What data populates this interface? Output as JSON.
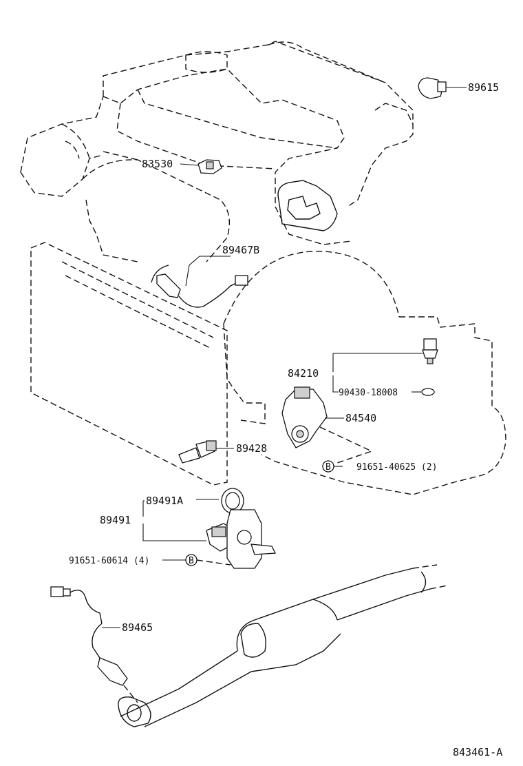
{
  "diagram": {
    "code": "843461-A",
    "callouts": {
      "p89615": "89615",
      "p83530": "83530",
      "p89467b": "89467B",
      "p84210": "84210",
      "p90430": "90430-18008",
      "p84540": "84540",
      "p89428": "89428",
      "p91651a": "91651-40625 (2)",
      "p89491a": "89491A",
      "p89491": "89491",
      "p91651b": "91651-60614 (4)",
      "p89465": "89465"
    },
    "markers": {
      "b1": "B",
      "b2": "B"
    }
  }
}
